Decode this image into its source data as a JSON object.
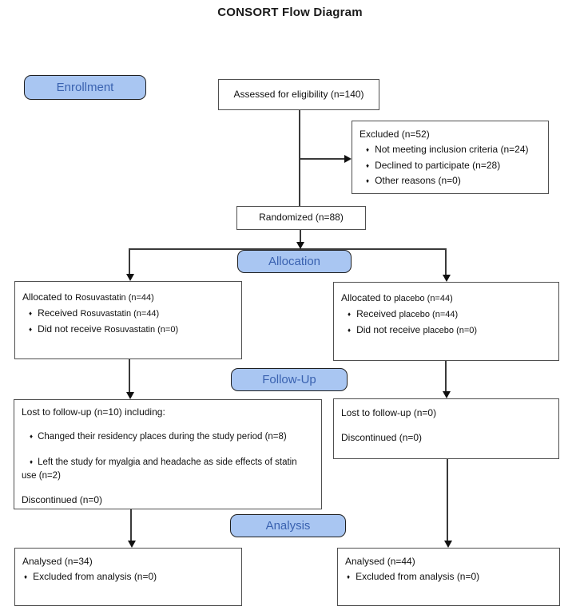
{
  "title": "CONSORT Flow Diagram",
  "glyphs": {
    "bullet": "♦"
  },
  "colors": {
    "stage_fill": "#a9c6f2",
    "stage_text": "#3a62b0",
    "stage_border": "#1f1f1f",
    "box_border": "#4f4f4f",
    "line": "#3a3a3a",
    "arrow": "#101010"
  },
  "stages": {
    "enrollment": "Enrollment",
    "allocation": "Allocation",
    "followup": "Follow-Up",
    "analysis": "Analysis"
  },
  "boxes": {
    "assessed": {
      "text": "Assessed for eligibility (n=140)"
    },
    "excluded": {
      "heading": "Excluded (n=52)",
      "bullets": [
        "Not meeting inclusion criteria (n=24)",
        "Declined to participate (n=28)",
        "Other reasons (n=0)"
      ]
    },
    "randomized": {
      "text": "Randomized (n=88)"
    },
    "alloc_left": {
      "heading_normal": "Allocated to",
      "heading_alt": "Rosuvastatin (n=44)",
      "bullets": [
        {
          "normal": "Received",
          "alt": "Rosuvastatin (n=44)"
        },
        {
          "normal": "Did not receive",
          "alt": "Rosuvastatin (n=0)"
        }
      ]
    },
    "alloc_right": {
      "heading_normal": "Allocated to",
      "heading_alt": "placebo (n=44)",
      "bullets": [
        {
          "normal": "Received",
          "alt": "placebo (n=44)"
        },
        {
          "normal": "Did not receive",
          "alt": "placebo (n=0)"
        }
      ]
    },
    "fu_left": {
      "heading": "Lost to follow-up (n=10) including:",
      "bullets": [
        "Changed their residency places during the study period (n=8)",
        "Left the study for myalgia and headache as side effects of statin use (n=2)"
      ],
      "footer": "Discontinued (n=0)"
    },
    "fu_right": {
      "line1": "Lost to follow-up (n=0)",
      "line2": "Discontinued (n=0)"
    },
    "an_left": {
      "heading": "Analysed (n=34)",
      "bullets": [
        "Excluded from analysis (n=0)"
      ]
    },
    "an_right": {
      "heading": "Analysed (n=44)",
      "bullets": [
        "Excluded from analysis (n=0)"
      ]
    }
  }
}
